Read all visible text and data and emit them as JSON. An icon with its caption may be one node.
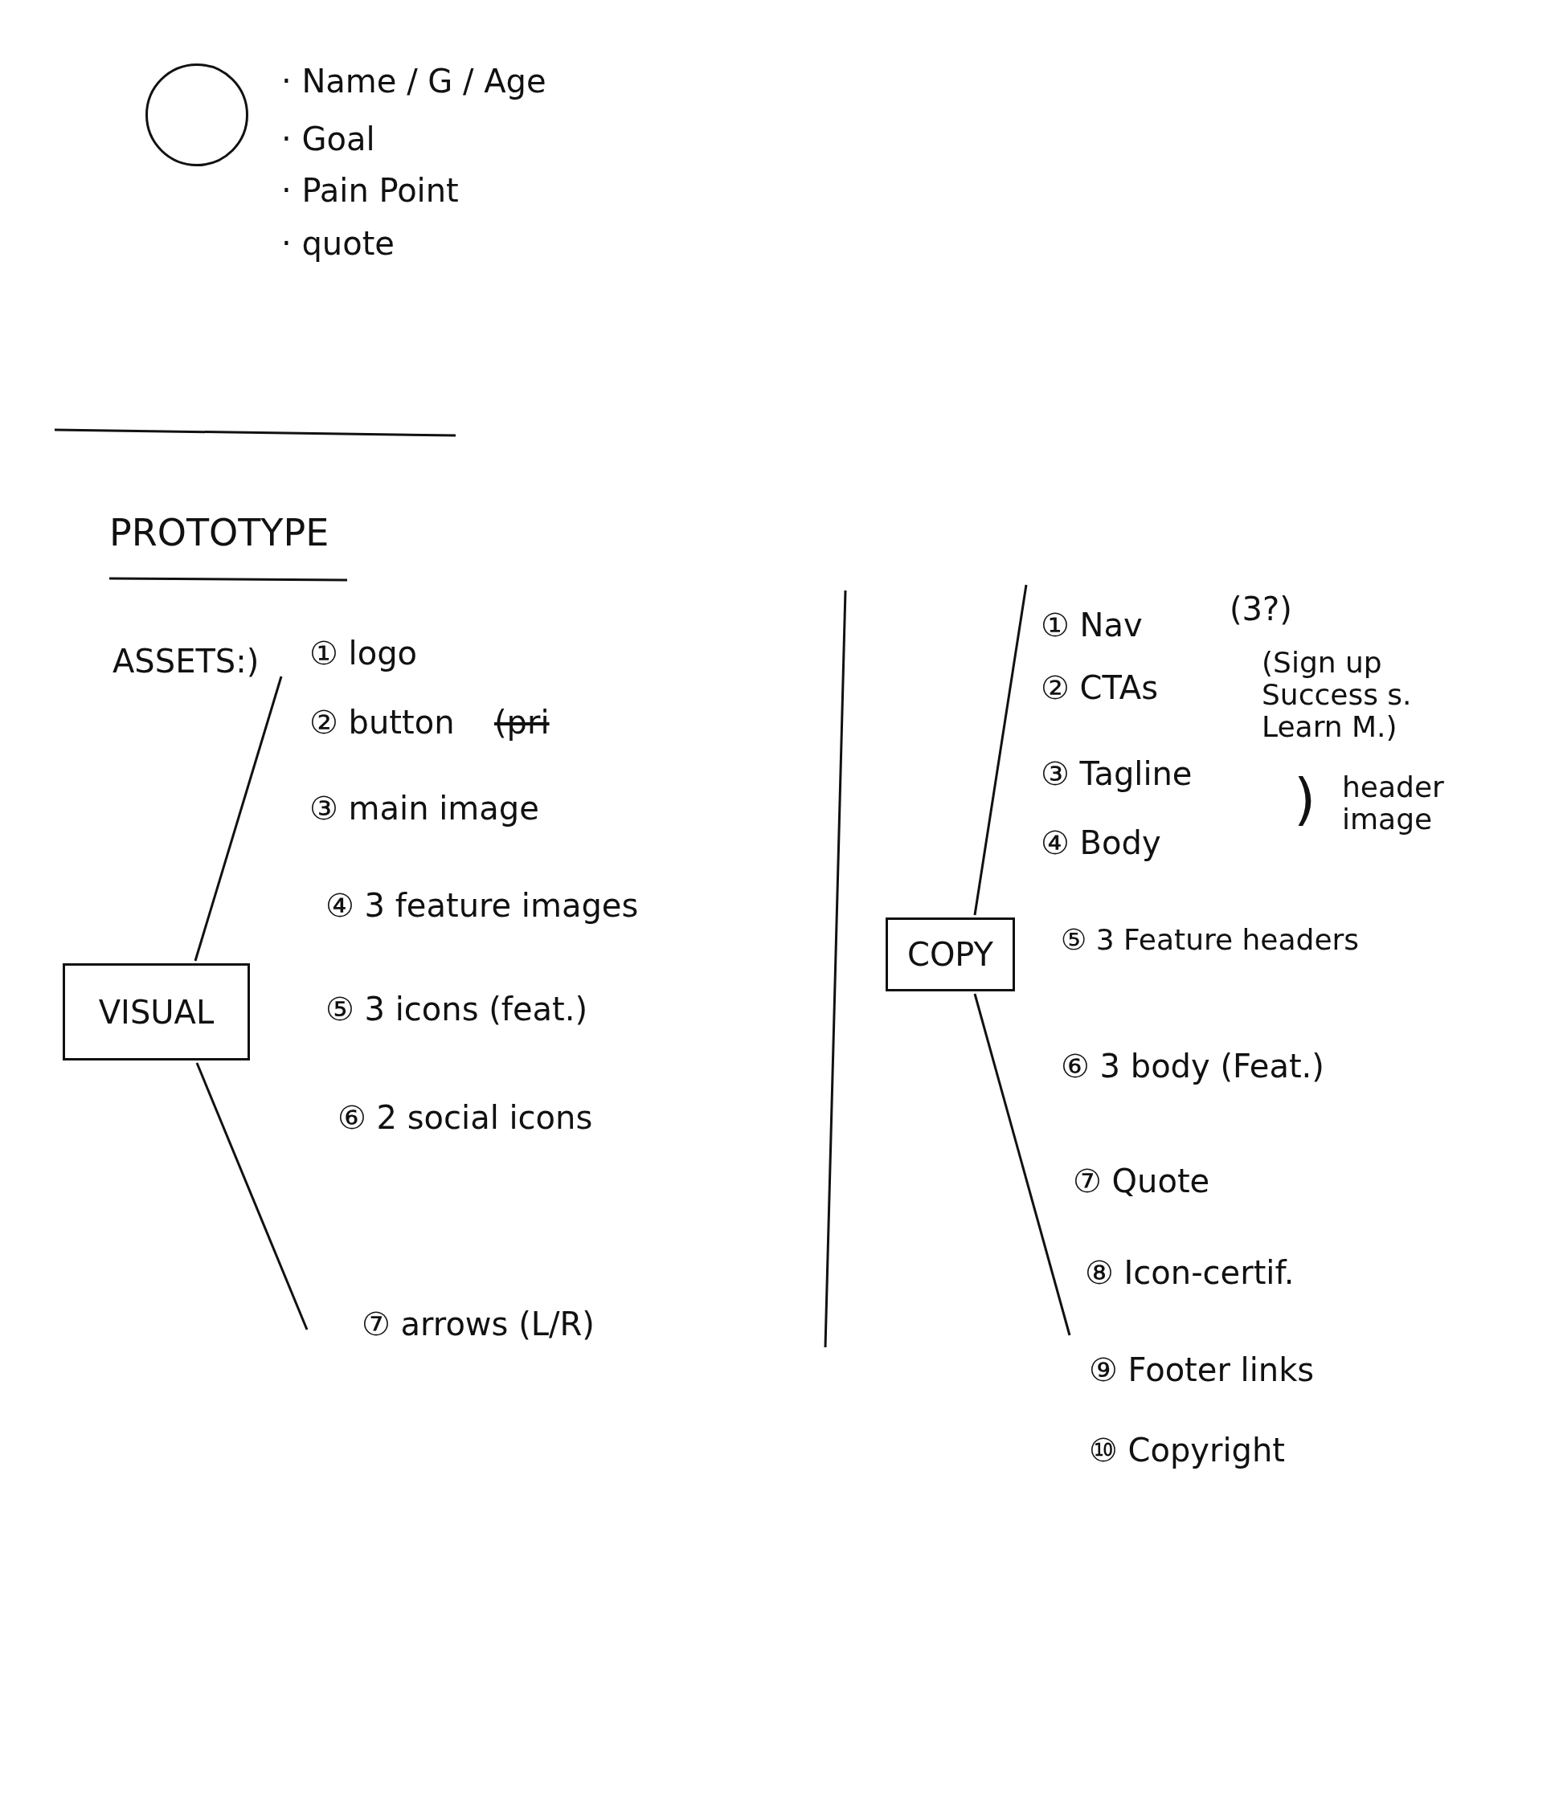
{
  "diagram": {
    "nodes": [
      {
        "text": [],
        "shape": "circle"
      },
      {
        "text": [
          "VISUAL"
        ]
      },
      {
        "text": [
          "COPY"
        ]
      }
    ],
    "labels": [
      "· Name / G / Age",
      "· Goal",
      "· Pain Point",
      "· quote",
      "PROTOTYPE",
      "ASSETS:)",
      "① logo",
      "② button",
      "(pri",
      "③ main image",
      "④ 3 feature images",
      "⑤ 3 icons (feat.)",
      "⑥ 2 social icons",
      "⑦ arrows (L/R)",
      "① Nav",
      "(3?)",
      "② CTAs",
      "(Sign up Success s. Learn M.)",
      "③ Tagline",
      "④ Body",
      ")",
      "header image",
      "⑤ 3 Feature headers",
      "⑥ 3 body (Feat.)",
      "⑦ Quote",
      "⑧ Icon-certif.",
      "⑨ Footer links",
      "⑩ Copyright"
    ]
  }
}
